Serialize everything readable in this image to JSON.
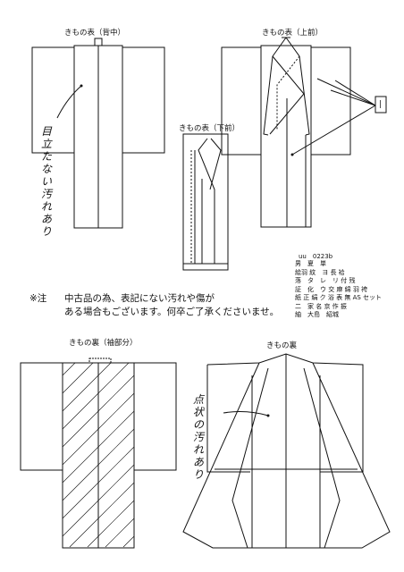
{
  "labels": {
    "back": "きもの表（背中）",
    "front_upper": "きもの表（上前）",
    "front_lower": "きもの表（下前）",
    "inside_sleeve": "きもの裏（袖部分）",
    "inside": "きもの裏"
  },
  "handwritten": {
    "back_note": "目立たない汚れあり",
    "inside_note": "点状の汚れあり",
    "box_mark": "|"
  },
  "notice": {
    "prefix": "※注",
    "line1": "中古品の為、表記にない汚れや傷が",
    "line2": "ある場合もございます。何卒ご了承くださいませ。"
  },
  "item_code": "uu　0223b",
  "spec_rows": [
    "男　夏　単",
    "絵羽 紋　ヨ 長 袷",
    "落　タ　レ　リ 付 残",
    "証　化　ウ 交 麻 綿 羽 袴",
    "紙 正 絹 ク 浴 表 無 AS セット",
    "二　家 名 京 作 振",
    "紬　大島　紹城"
  ],
  "colors": {
    "ink": "#111111",
    "paper": "#ffffff"
  }
}
